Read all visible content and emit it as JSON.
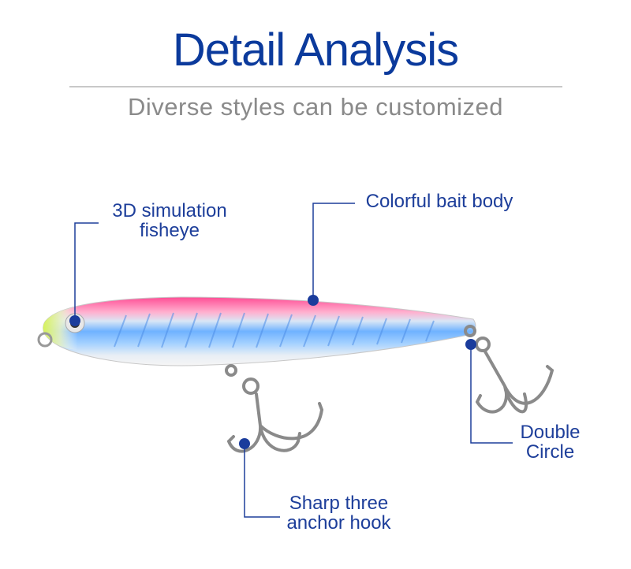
{
  "header": {
    "title": "Detail Analysis",
    "subtitle": "Diverse styles can be customized"
  },
  "callouts": [
    {
      "line1": "3D simulation",
      "line2": "fisheye"
    },
    {
      "line1": "Colorful bait body"
    },
    {
      "line1": "Double",
      "line2": "Circle"
    },
    {
      "line1": "Sharp three",
      "line2": "anchor hook"
    }
  ],
  "colors": {
    "accent": "#0b3a9c",
    "callout": "#1d3e9a",
    "subtitle": "#8a8a8a",
    "body_top": "#ff3f8f",
    "body_mid": "#7fb8ff"
  }
}
